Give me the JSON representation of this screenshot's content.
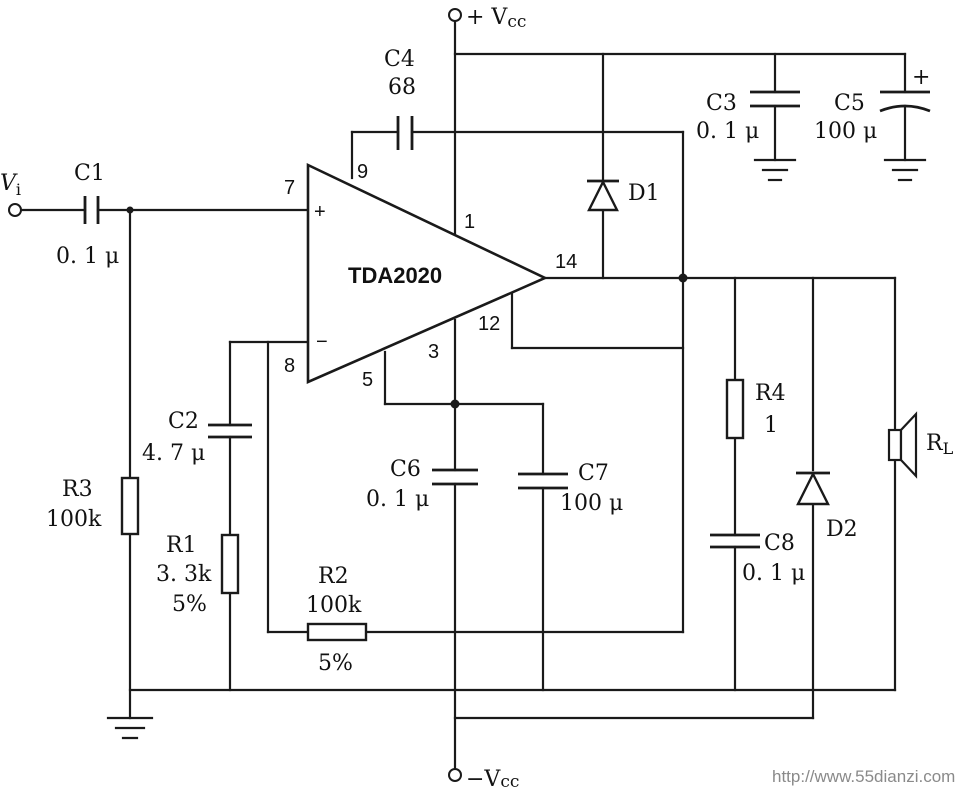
{
  "chip": "TDA2020",
  "supply": {
    "pos": "+ V",
    "pos_sub": "cc",
    "neg": "−V",
    "neg_sub": "cc"
  },
  "input": {
    "main": "V",
    "sub": "i"
  },
  "pins": {
    "p7": "7",
    "p9": "9",
    "p1": "1",
    "p14": "14",
    "p12": "12",
    "p3": "3",
    "p5": "5",
    "p8": "8",
    "plus": "+",
    "minus": "−"
  },
  "components": {
    "c1": {
      "name": "C1",
      "value": "0. 1 μ"
    },
    "c2": {
      "name": "C2",
      "value": "4. 7 μ"
    },
    "c3": {
      "name": "C3",
      "value": "0. 1 μ"
    },
    "c4": {
      "name": "C4",
      "value": "68"
    },
    "c5": {
      "name": "C5",
      "value": "100 μ",
      "polarity": "+"
    },
    "c6": {
      "name": "C6",
      "value": "0. 1 μ"
    },
    "c7": {
      "name": "C7",
      "value": "100 μ"
    },
    "c8": {
      "name": "C8",
      "value": "0. 1 μ"
    },
    "r1": {
      "name": "R1",
      "value": "3. 3k",
      "tol": "5%"
    },
    "r2": {
      "name": "R2",
      "value": "100k",
      "tol": "5%"
    },
    "r3": {
      "name": "R3",
      "value": "100k"
    },
    "r4": {
      "name": "R4",
      "value": "1"
    },
    "d1": {
      "name": "D1"
    },
    "d2": {
      "name": "D2"
    },
    "rl": {
      "main": "R",
      "sub": "L"
    }
  },
  "watermark": "http://www.55dianzi.com"
}
